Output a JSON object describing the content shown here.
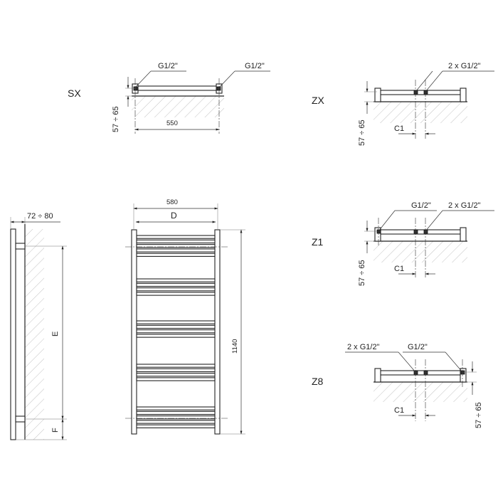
{
  "views": {
    "sx": {
      "label": "SX",
      "conn_left": "G1/2\"",
      "conn_right": "G1/2\"",
      "width": "550",
      "offset": "57 ÷ 65"
    },
    "zx": {
      "label": "ZX",
      "conn": "2 x G1/2\"",
      "offset": "57 ÷ 65",
      "spacing": "C1"
    },
    "z1": {
      "label": "Z1",
      "conn_single": "G1/2\"",
      "conn_double": "2 x G1/2\"",
      "offset": "57 ÷ 65",
      "spacing": "C1"
    },
    "z8": {
      "label": "Z8",
      "conn_double": "2 x G1/2\"",
      "conn_single": "G1/2\"",
      "offset": "57 ÷ 65",
      "spacing": "C1"
    }
  },
  "side_view": {
    "depth": "72 ÷ 80",
    "height_e": "E",
    "height_f": "F"
  },
  "front_view": {
    "width_total": "580",
    "width_d": "D",
    "height": "1140"
  }
}
